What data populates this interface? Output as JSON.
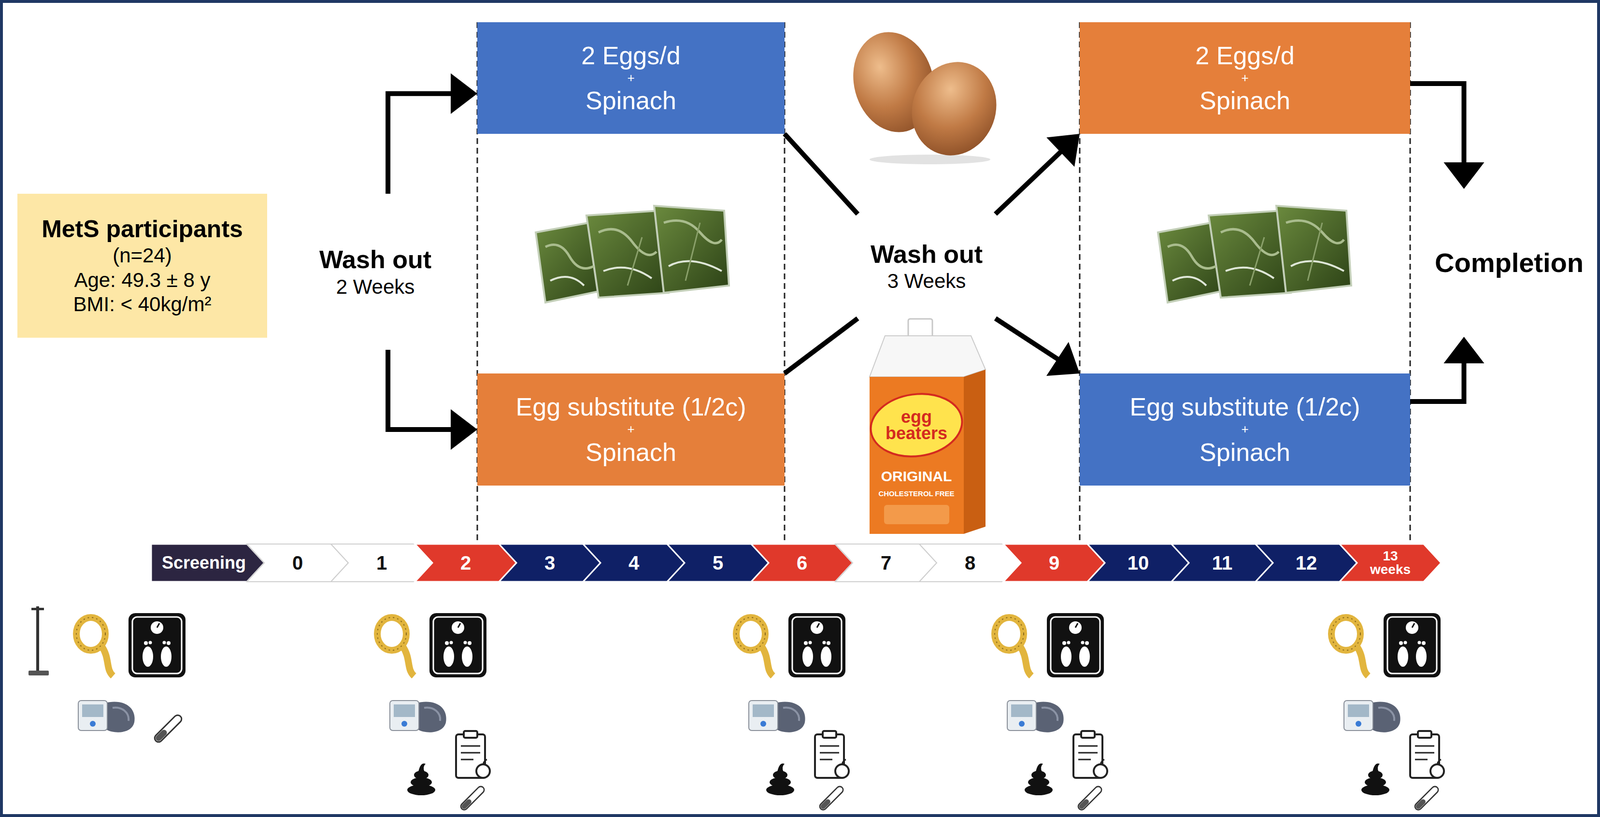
{
  "diagram": {
    "nodes": [
      {
        "text": [
          "MetS participants",
          "(n=24)",
          "Age: 49.3 ± 8 y",
          "BMI: < 40kg/m²"
        ]
      },
      {
        "text": [
          "Wash out",
          "2 Weeks"
        ]
      },
      {
        "text": [
          "2 Eggs/d",
          "+",
          "Spinach"
        ]
      },
      {
        "text": [
          "Egg substitute (1/2c)",
          "+",
          "Spinach"
        ]
      },
      {
        "text": [
          "Wash out",
          "3 Weeks"
        ]
      },
      {
        "text": [
          "2 Eggs/d",
          "+",
          "Spinach"
        ]
      },
      {
        "text": [
          "Egg substitute (1/2c)",
          "+",
          "Spinach"
        ]
      },
      {
        "text": [
          "Completion"
        ]
      }
    ],
    "edges": [
      {
        "from": 1,
        "to": 2,
        "arrow": "to"
      },
      {
        "from": 1,
        "to": 3,
        "arrow": "to"
      },
      {
        "from": 2,
        "to": 4,
        "arrow": "none"
      },
      {
        "from": 3,
        "to": 4,
        "arrow": "none"
      },
      {
        "from": 4,
        "to": 5,
        "arrow": "to"
      },
      {
        "from": 4,
        "to": 6,
        "arrow": "to"
      },
      {
        "from": 5,
        "to": 7,
        "arrow": "to"
      },
      {
        "from": 6,
        "to": 7,
        "arrow": "to"
      }
    ],
    "labels": [
      "Screening",
      "0",
      "1",
      "2",
      "3",
      "4",
      "5",
      "6",
      "7",
      "8",
      "9",
      "10",
      "11",
      "12",
      "13 weeks",
      "egg beaters",
      "ORIGINAL",
      "CHOLESTEROL FREE"
    ]
  }
}
